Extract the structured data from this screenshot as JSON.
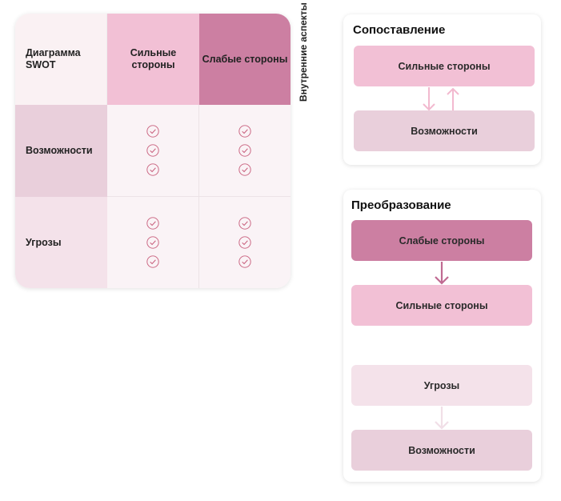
{
  "matrix": {
    "corner_label": "Диаграмма SWOT",
    "col_strengths": "Сильные стороны",
    "col_weaknesses": "Слабые стороны",
    "row_opportunities": "Возможности",
    "row_threats": "Угрозы",
    "side_label": "Внутренние аспекты",
    "check_icon": "check-circle-icon",
    "colors": {
      "strengths": "#f2c0d5",
      "weaknesses": "#cc7fa2",
      "opportunities": "#e9cfdb",
      "threats": "#f4e2ea",
      "check": "#c9627f"
    }
  },
  "comparison": {
    "title": "Сопоставление",
    "top_box": "Сильные стороны",
    "bottom_box": "Возможности"
  },
  "transformation": {
    "title": "Преобразование",
    "box1": "Слабые стороны",
    "box2": "Сильные стороны",
    "box3": "Угрозы",
    "box4": "Возможности"
  }
}
